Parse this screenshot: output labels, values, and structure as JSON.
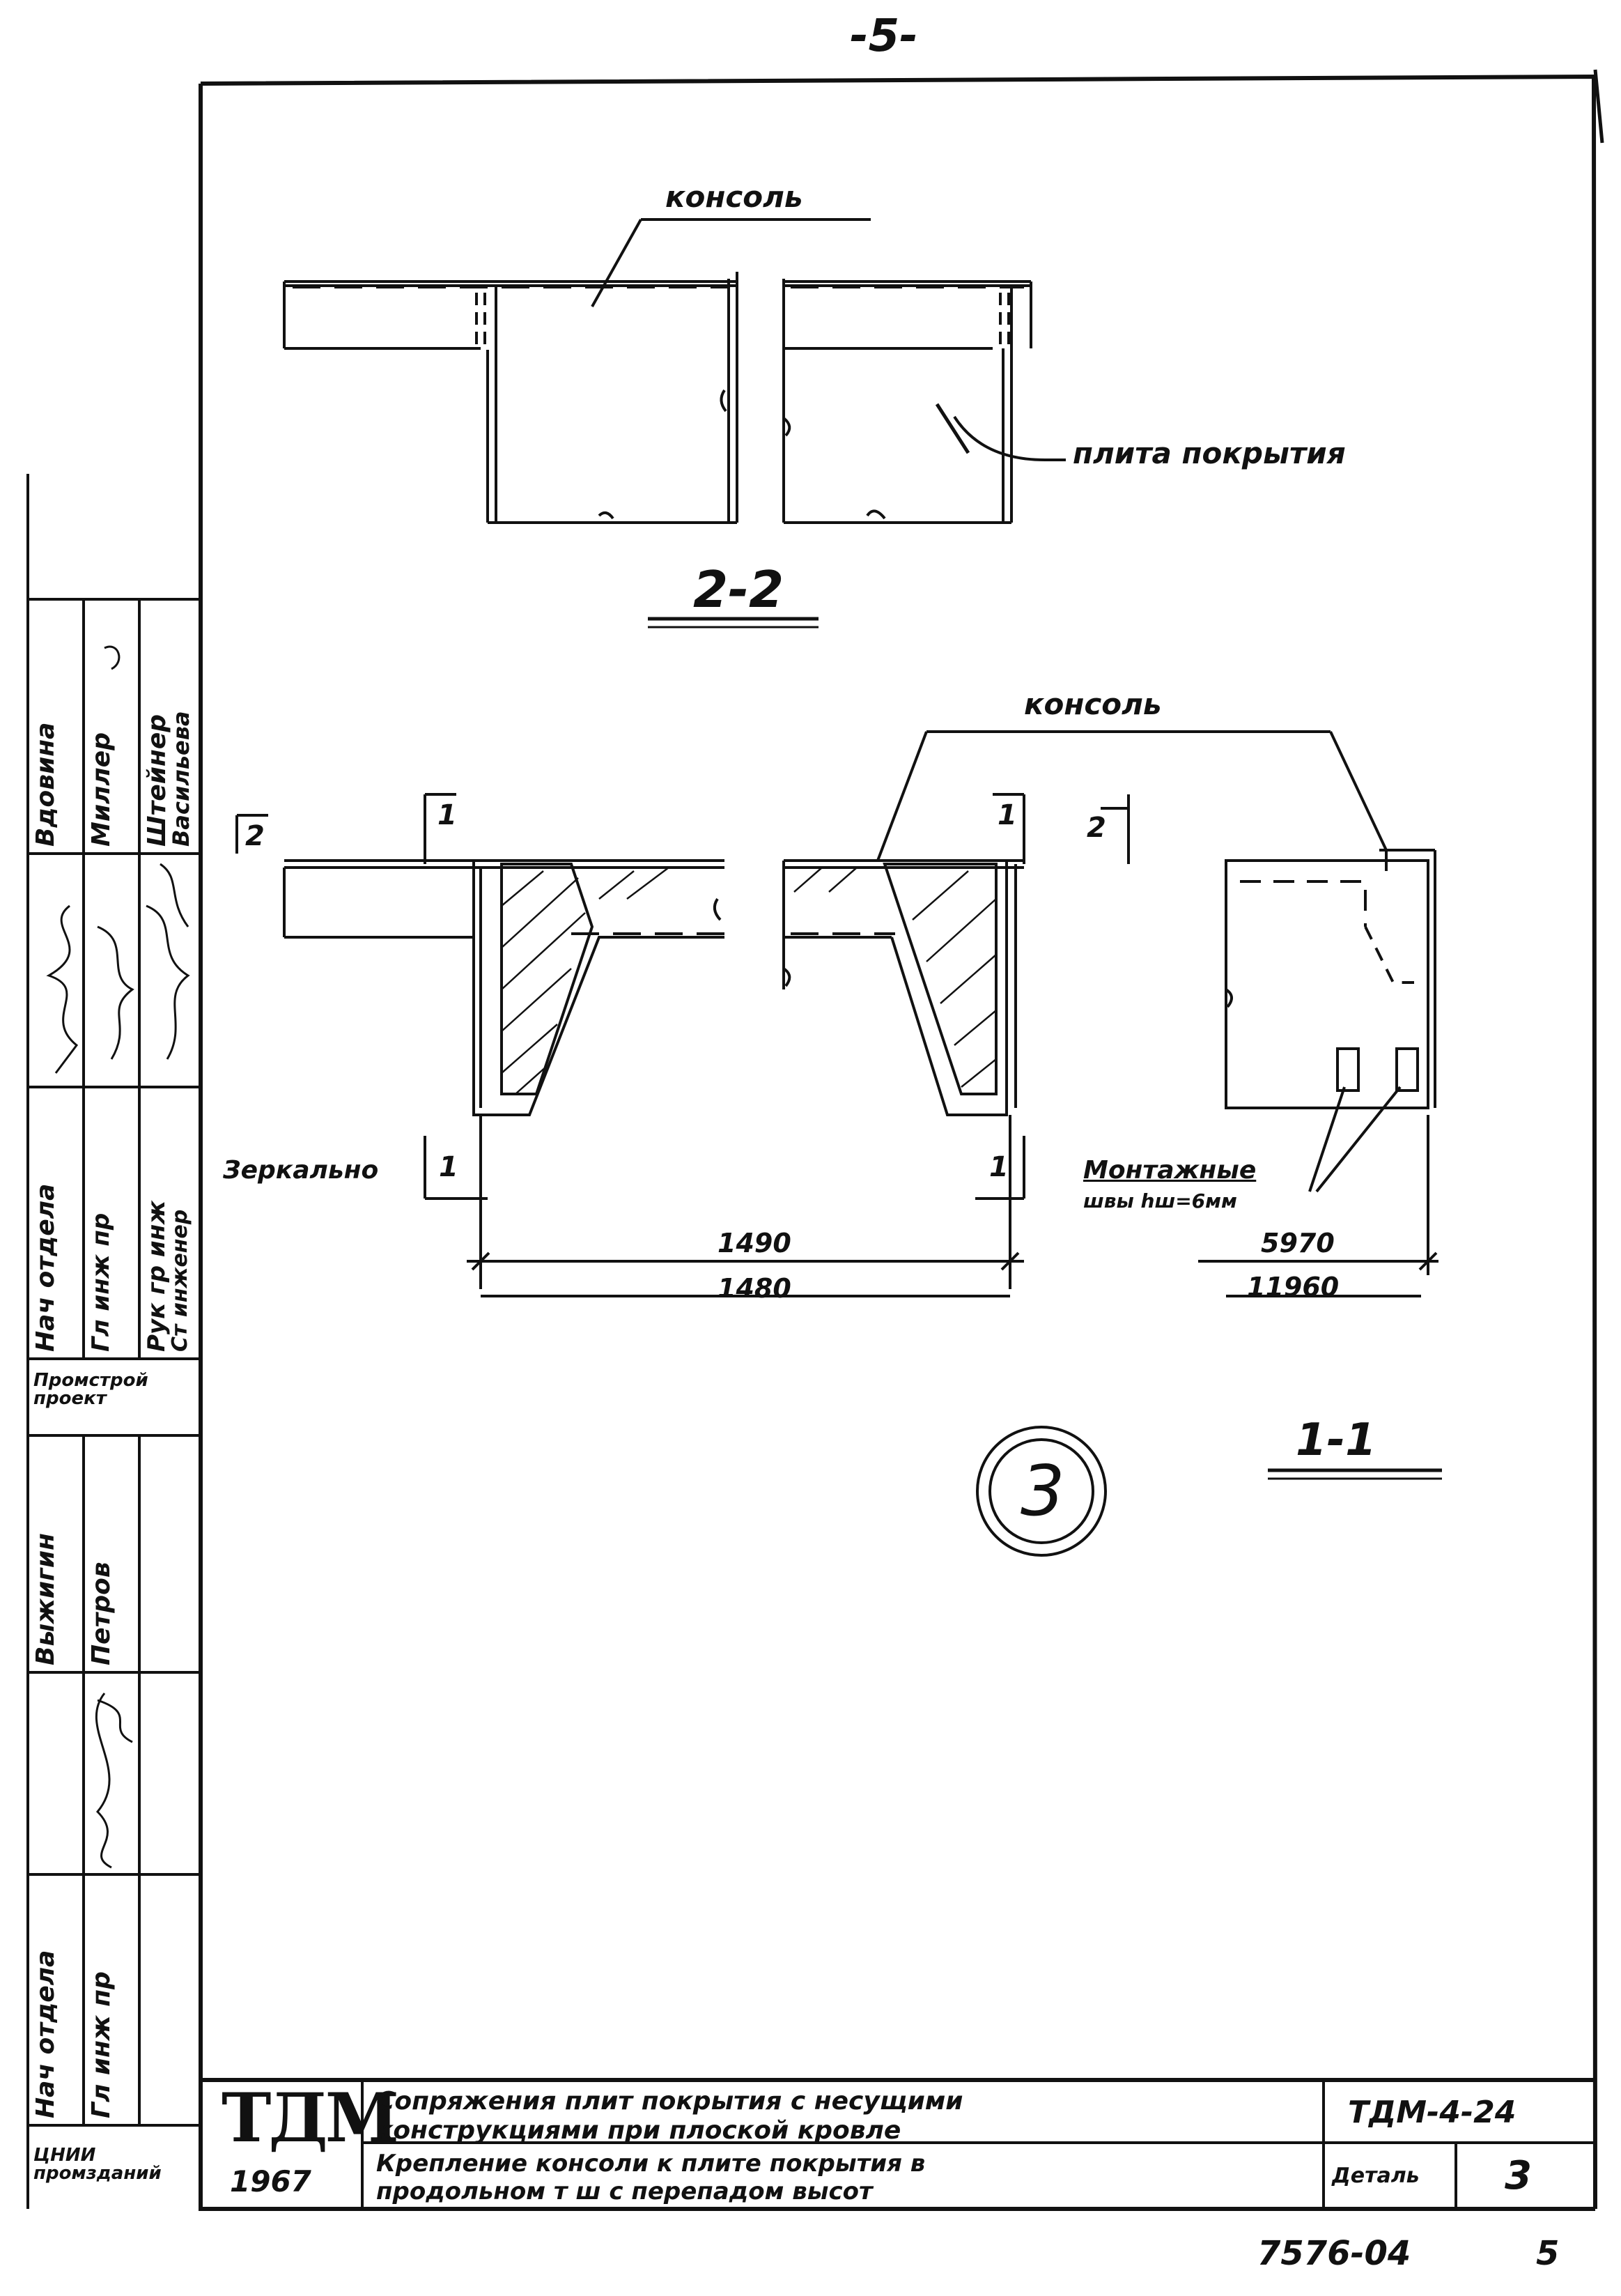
{
  "page_number_top": "-5-",
  "labels": {
    "konsol_top": "консоль",
    "plita": "плита покрытия",
    "section_2_2": "2-2",
    "konsol_mid": "консоль",
    "mark_2_left": "2",
    "mark_1_left": "1",
    "mark_1_right": "1",
    "mark_2_right": "2",
    "mark_1_bottom_left": "1",
    "mark_1_bottom_right": "1",
    "zerkalno": "Зеркально",
    "montazhnye_line1": "Монтажные",
    "montazhnye_line2": "швы hш=6мм",
    "dim_1490": "1490",
    "dim_1480": "1480",
    "dim_5970": "5970",
    "dim_11960": "11960",
    "section_1_1": "1-1",
    "detail_circle": "3"
  },
  "side_stamp": {
    "names": [
      "Вдовина",
      "Миллер",
      "Штейнер",
      "Васильева"
    ],
    "positions": [
      "Нач отдела",
      "Гл инж пр",
      "Рук гр инж",
      "Ст инженер"
    ],
    "org": "Промстрой проект",
    "names2": [
      "Выжигин",
      "Петров"
    ],
    "positions2": [
      "Нач отдела",
      "Гл инж пр"
    ],
    "org2": "ЦНИИ промзданий"
  },
  "title_block": {
    "logo": "ТДМ",
    "year": "1967",
    "title_line1": "Сопряжения плит покрытия с несущими",
    "title_line2": "конструкциями при плоской кровле",
    "subtitle_line1": "Крепление консоли к плите покрытия в",
    "subtitle_line2": "продольном т ш с перепадом высот",
    "series": "ТДМ-4-24",
    "detail_label": "Деталь",
    "detail_number": "3"
  },
  "footer": {
    "code": "7576-04",
    "sheet": "5"
  }
}
